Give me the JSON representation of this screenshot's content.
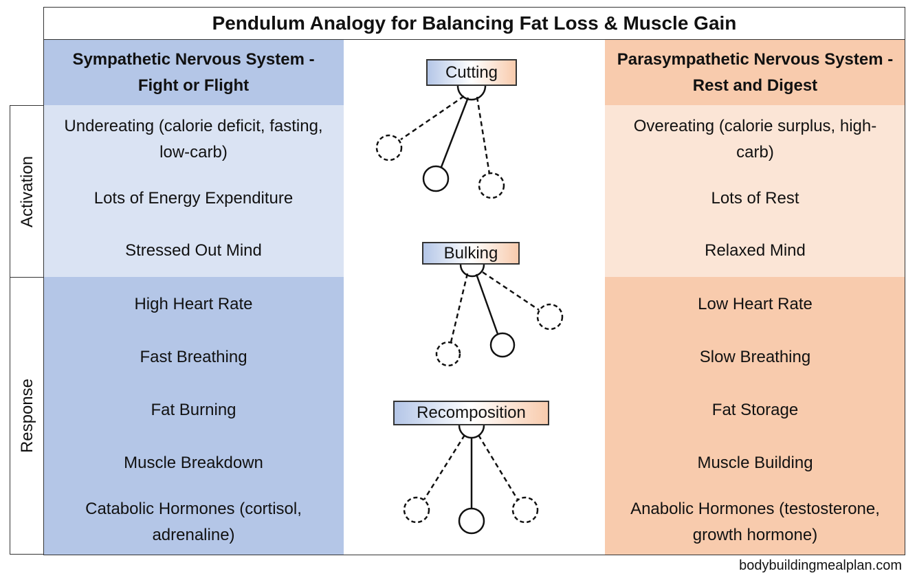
{
  "title": "Pendulum Analogy for Balancing Fat Loss & Muscle Gain",
  "left_header": {
    "line1": "Sympathetic Nervous System -",
    "line2": "Fight or Flight"
  },
  "right_header": {
    "line1": "Parasympathetic Nervous System -",
    "line2": "Rest and Digest"
  },
  "side_labels": {
    "activation": "Activation",
    "response": "Response"
  },
  "left_activation": [
    {
      "line1": "Undereating (calorie deficit, fasting,",
      "line2": "low-carb)"
    },
    {
      "line1": "Lots of Energy Expenditure"
    },
    {
      "line1": "Stressed Out Mind"
    }
  ],
  "right_activation": [
    {
      "line1": "Overeating (calorie surplus, high-",
      "line2": "carb)"
    },
    {
      "line1": "Lots of Rest"
    },
    {
      "line1": "Relaxed Mind"
    }
  ],
  "left_response": [
    {
      "line1": "High Heart Rate"
    },
    {
      "line1": "Fast Breathing"
    },
    {
      "line1": "Fat Burning"
    },
    {
      "line1": "Muscle Breakdown"
    },
    {
      "line1": "Catabolic Hormones (cortisol,",
      "line2": "adrenaline)"
    }
  ],
  "right_response": [
    {
      "line1": "Low Heart Rate"
    },
    {
      "line1": "Slow Breathing"
    },
    {
      "line1": "Fat Storage"
    },
    {
      "line1": "Muscle Building"
    },
    {
      "line1": "Anabolic Hormones (testosterone,",
      "line2": "growth hormone)"
    }
  ],
  "pendulum_labels": {
    "cutting": "Cutting",
    "bulking": "Bulking",
    "recomposition": "Recomposition"
  },
  "colors": {
    "sympathetic_dark": "#b4c6e7",
    "sympathetic_light": "#dae3f3",
    "parasympathetic_dark": "#f8cbad",
    "parasympathetic_light": "#fbe5d6"
  },
  "watermark": "bodybuildingmealplan.com"
}
